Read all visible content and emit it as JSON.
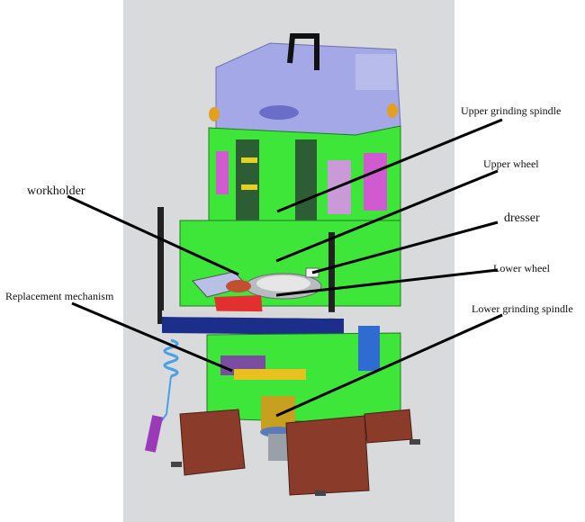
{
  "colors": {
    "render_bg": "#d6d8da",
    "green_frame": "#3ee63a",
    "green_dark": "#2f7d3a",
    "lavender_top": "#a4a8e6",
    "red_parts": "#e23030",
    "base_brown": "#8a3b2a",
    "blue_bar": "#1b2f8a",
    "magenta_panel": "#d05ad0",
    "leader_line": "#000000"
  },
  "labels": {
    "upper_grinding_spindle": "Upper grinding spindle",
    "upper_wheel": "Upper wheel",
    "workholder": "workholder",
    "dresser": "dresser",
    "lower_wheel": "Lower wheel",
    "replacement_mechanism": "Replacement mechanism",
    "lower_grinding_spindle": "Lower grinding spindle"
  }
}
